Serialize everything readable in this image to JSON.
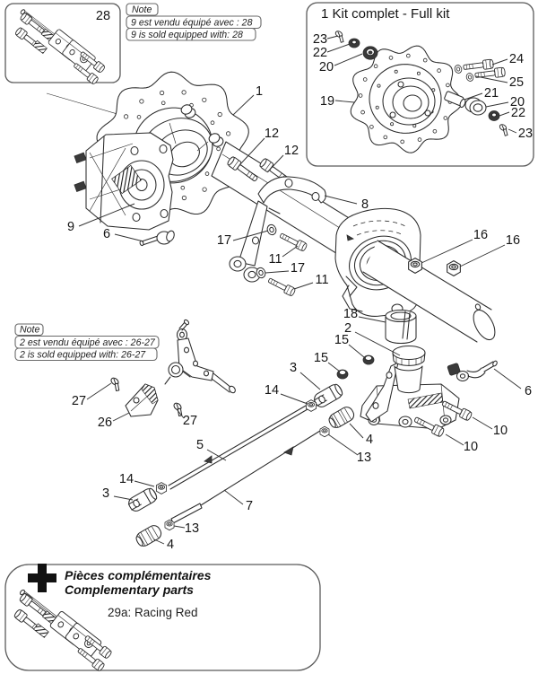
{
  "background": "#ffffff",
  "ink_color": "#2b2b2b",
  "pads_box": {
    "part_number": "28"
  },
  "note_pads": {
    "tab": "Note",
    "line_fr": "9 est vendu équipé avec : 28",
    "line_en": "9 is sold equipped with: 28"
  },
  "kit_box": {
    "title": "1 Kit complet - Full kit"
  },
  "note_lever": {
    "tab": "Note",
    "line_fr": "2 est vendu équipé avec : 26-27",
    "line_en": "2 is sold equipped with: 26-27"
  },
  "comp_box": {
    "title_fr": "Pièces complémentaires",
    "title_en": "Complementary parts",
    "variant": "29a: Racing Red"
  },
  "icons": {
    "complementary_plus": "plus"
  },
  "labels": {
    "kit_23a": "23",
    "kit_22a": "22",
    "kit_20a": "20",
    "kit_19": "19",
    "kit_24": "24",
    "kit_25": "25",
    "kit_21": "21",
    "kit_20b": "20",
    "kit_22b": "22",
    "kit_23b": "23",
    "main_1": "1",
    "main_12a": "12",
    "main_12b": "12",
    "main_8": "8",
    "main_9": "9",
    "main_6a": "6",
    "main_17a": "17",
    "main_11a": "11",
    "main_17b": "17",
    "main_11b": "11",
    "main_16a": "16",
    "main_16b": "16",
    "main_18": "18",
    "main_2": "2",
    "main_15a": "15",
    "main_15b": "15",
    "main_3a": "3",
    "main_14a": "14",
    "main_4a": "4",
    "main_13a": "13",
    "main_6b": "6",
    "main_10a": "10",
    "main_10b": "10",
    "main_5": "5",
    "main_7": "7",
    "main_14b": "14",
    "main_3b": "3",
    "main_13c": "13",
    "main_4b": "4",
    "main_26": "26",
    "main_27a": "27",
    "main_27b": "27"
  }
}
